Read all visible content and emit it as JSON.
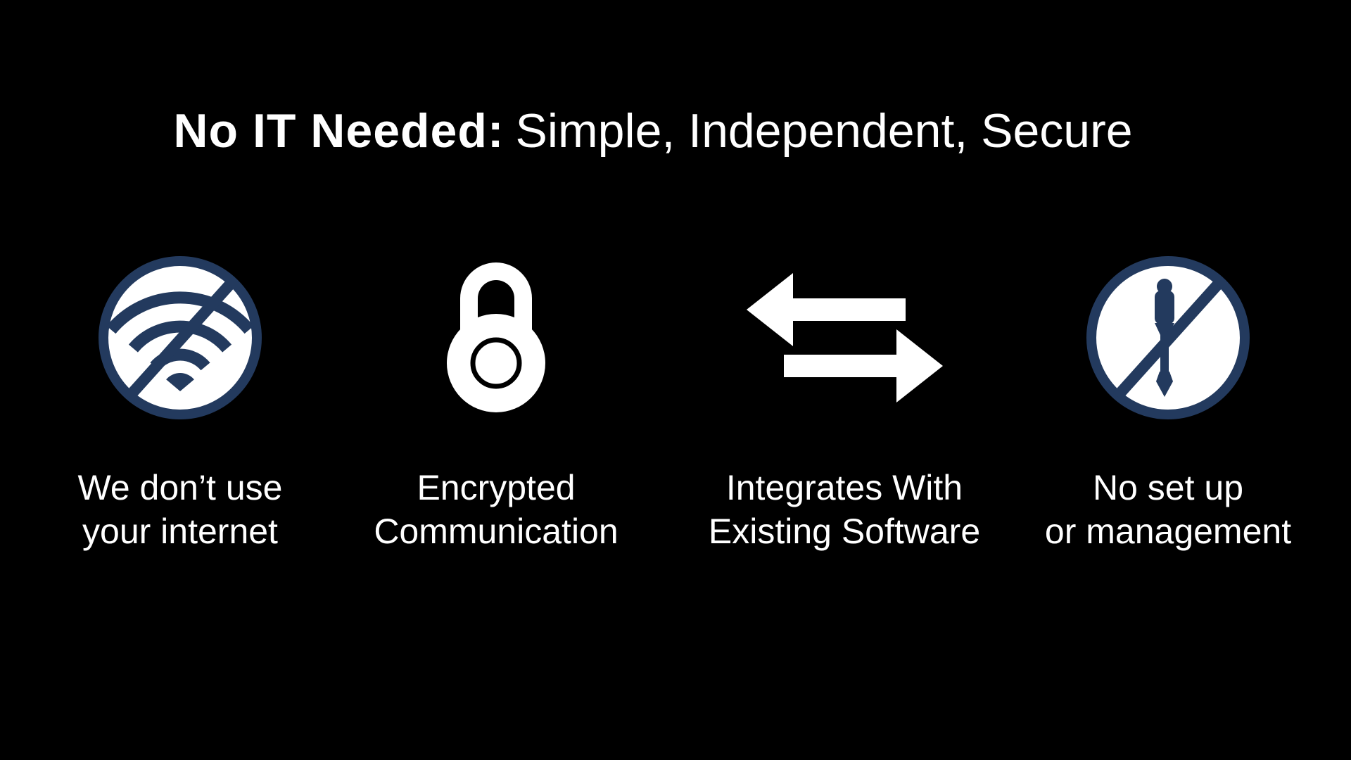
{
  "slide": {
    "colors": {
      "navy": "#233a5e",
      "white": "#ffffff",
      "background": "#000000"
    },
    "title": {
      "emphasis": "No IT Needed:",
      "rest": "Simple, Independent, Secure"
    },
    "features": [
      {
        "icon": "no-wifi-icon",
        "caption_line1": "We don’t use",
        "caption_line2": "your internet"
      },
      {
        "icon": "padlock-icon",
        "caption_line1": "Encrypted",
        "caption_line2": "Communication"
      },
      {
        "icon": "transfer-arrows-icon",
        "caption_line1": "Integrates With",
        "caption_line2": "Existing Software"
      },
      {
        "icon": "no-setup-icon",
        "caption_line1": "No set up",
        "caption_line2": "or management"
      }
    ]
  }
}
